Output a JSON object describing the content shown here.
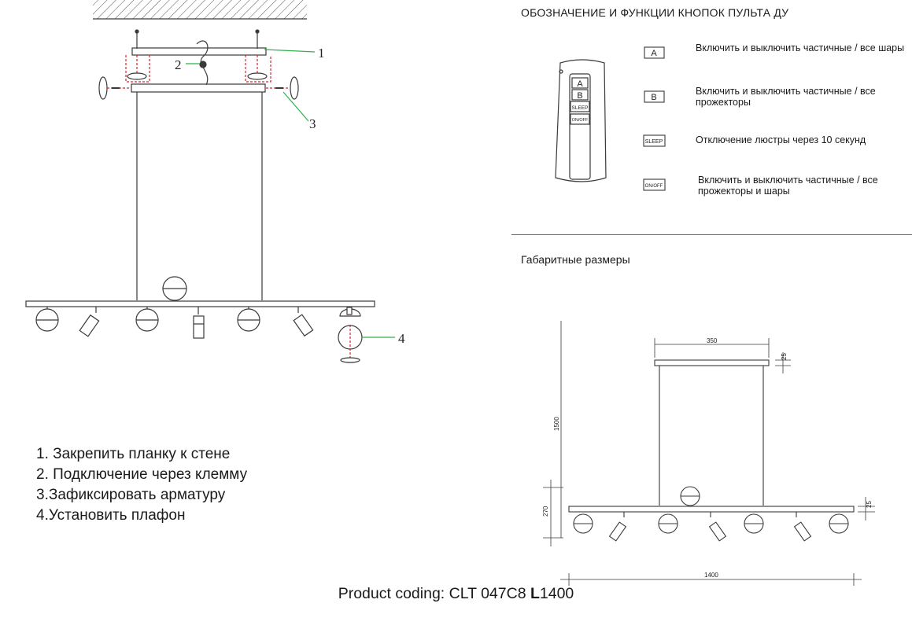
{
  "remote": {
    "title": "ОБОЗНАЧЕНИЕ И ФУНКЦИИ КНОПОК ПУЛЬТА ДУ",
    "remote_buttons": [
      "A",
      "B",
      "SLEEP",
      "ON/OFF"
    ],
    "buttons": [
      {
        "key": "A",
        "description": "Включить и выключить частичные / все шары"
      },
      {
        "key": "B",
        "description": "Включить и выключить частичные / все прожекторы"
      },
      {
        "key": "SLEEP",
        "description": "Отключение люстры через 10 секунд"
      },
      {
        "key": "ON/OFF",
        "description": "Включить и выключить частичные / все прожекторы и шары"
      }
    ]
  },
  "dimensions": {
    "title": "Габаритные размеры",
    "canopy_width": "350",
    "canopy_height": "25",
    "total_height": "1500",
    "body_height": "270",
    "bar_height": "25",
    "length": "1400"
  },
  "callouts": [
    "1",
    "2",
    "3",
    "4"
  ],
  "steps": [
    "1. Закрепить планку к стене",
    "2. Подключение через клемму",
    "3.Зафиксировать арматуру",
    "4.Установить плафон"
  ],
  "footer": {
    "prefix": "Product coding: CLT 047C8 ",
    "bold": "L",
    "suffix": "1400"
  },
  "colors": {
    "line": "#3a3a3a",
    "leader": "#2db34a",
    "screw_red": "#d9262c"
  }
}
